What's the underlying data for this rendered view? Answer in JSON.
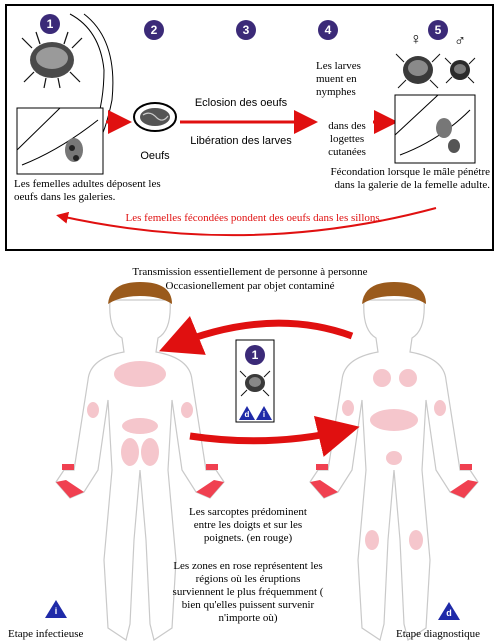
{
  "steps": [
    "1",
    "2",
    "3",
    "4",
    "5"
  ],
  "cycle": {
    "step1_caption": "Les femelles adultes déposent les oeufs dans les galeries.",
    "step2_label": "Oeufs",
    "step3_line1": "Eclosion des oeufs",
    "step3_line2": "Libération des larves",
    "step4_line1": "Les larves muent en nymphes",
    "step4_line2": "dans des logettes cutanées",
    "step5_female_symbol": "♀",
    "step5_male_symbol": "♂",
    "step5_caption": "Fécondation lorsque le mâle pénétre dans la galerie de la femelle adulte.",
    "return_caption": "Les femelles fécondées pondent des oeufs dans les sillons."
  },
  "transmission": {
    "line1": "Transmission essentiellement de personne à personne",
    "line2": "Occasionellement par objet contaminé"
  },
  "center_box": {
    "step": "1",
    "badge_d": "d",
    "badge_i": "i"
  },
  "notes": {
    "predominant": "Les sarcoptes prédominent entre les doigts et sur les poignets. (en rouge)",
    "pink_zones": "Les zones en rose représentent les régions où les éruptions surviennent le plus fréquemment ( bien qu'elles puissent survenir n'importe où)"
  },
  "stages": {
    "infective_badge": "i",
    "infective_label": "Etape infectieuse",
    "diagnostic_badge": "d",
    "diagnostic_label": "Etape diagnostique"
  },
  "colors": {
    "arrow_red": "#e01010",
    "step_circle": "#3b2a78",
    "badge_blue": "#1f2aa8",
    "skin_pink": "#f5c6cc",
    "hot_red": "#f04050",
    "hair_brown": "#9a5a1c"
  }
}
